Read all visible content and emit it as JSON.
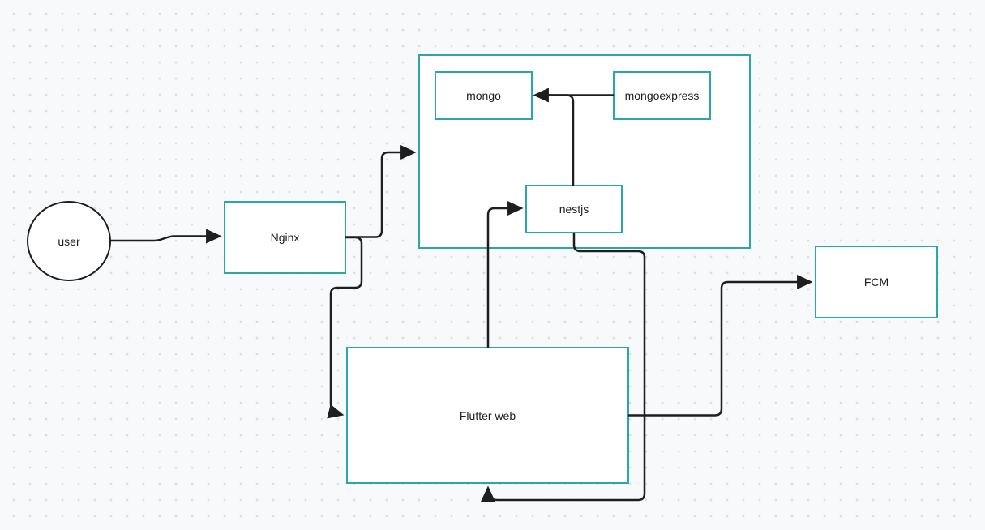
{
  "diagram": {
    "tool": "whiteboard-canvas",
    "colors": {
      "canvas-bg": "#f8f9fb",
      "dot": "#dcdee3",
      "node-border": "#2aa8a8",
      "arrow": "#1e1e1e",
      "text": "#1e1e1e"
    },
    "nodes": {
      "user": {
        "label": "user",
        "shape": "ellipse"
      },
      "nginx": {
        "label": "Nginx",
        "shape": "rect"
      },
      "services": {
        "label": "",
        "shape": "group-rect"
      },
      "mongo": {
        "label": "mongo",
        "shape": "rect"
      },
      "mongoexpress": {
        "label": "mongoexpress",
        "shape": "rect"
      },
      "nestjs": {
        "label": "nestjs",
        "shape": "rect"
      },
      "flutter_web": {
        "label": "Flutter web",
        "shape": "rect"
      },
      "fcm": {
        "label": "FCM",
        "shape": "rect"
      }
    },
    "edges": [
      {
        "from": "user",
        "to": "nginx",
        "arrowhead": "end"
      },
      {
        "from": "nginx",
        "to": "services",
        "arrowhead": "end"
      },
      {
        "from": "nginx",
        "to": "flutter_web",
        "arrowhead": "end"
      },
      {
        "from": "mongoexpress",
        "to": "mongo",
        "arrowhead": "end"
      },
      {
        "from": "nestjs",
        "to": "mongo",
        "arrowhead": "shared-with-mongoexpress-arrow"
      },
      {
        "from": "flutter_web",
        "to": "nestjs",
        "arrowhead": "end"
      },
      {
        "from": "nestjs",
        "to": "flutter_web",
        "arrowhead": "end"
      },
      {
        "from": "flutter_web",
        "to": "fcm",
        "arrowhead": "end"
      }
    ]
  }
}
